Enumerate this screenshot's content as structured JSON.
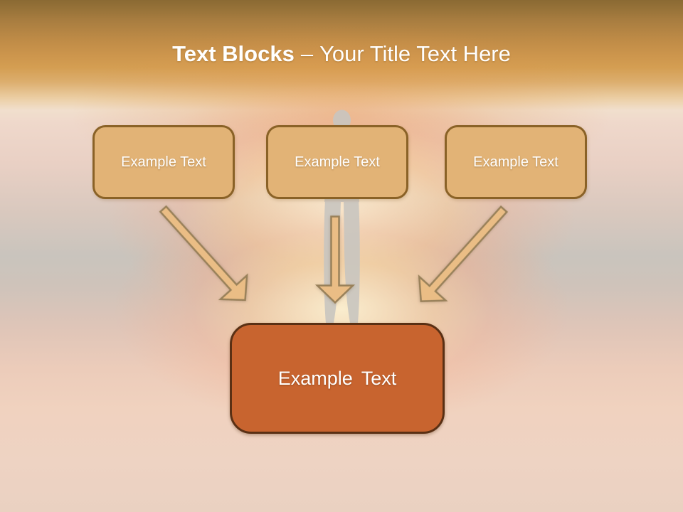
{
  "slide": {
    "title": {
      "bold": "Text Blocks",
      "separator": "–",
      "rest": "Your Title Text Here"
    },
    "top_boxes": [
      {
        "label": "Example Text"
      },
      {
        "label": "Example Text"
      },
      {
        "label": "Example Text"
      }
    ],
    "center_box": {
      "label": "Example Text"
    },
    "icons": {
      "arrows": [
        "down-right-arrow-icon",
        "down-arrow-icon",
        "down-left-arrow-icon"
      ],
      "background_figure": "person-silhouette"
    },
    "colors": {
      "title_band_gold": "#d49e52",
      "title_text": "#ffffff",
      "top_box_fill": "#e2b376",
      "top_box_border": "#8a6227",
      "arrow_fill": "#eabd85",
      "arrow_border": "#99815a",
      "center_box_fill": "#c8642f",
      "center_box_border": "#5a3014",
      "silhouette_gray": "#c9c6c0"
    }
  }
}
